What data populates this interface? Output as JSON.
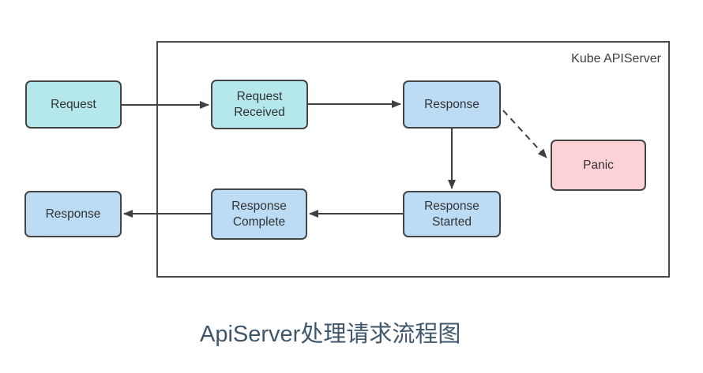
{
  "title": "ApiServer处理请求流程图",
  "container": {
    "label": "Kube APIServer"
  },
  "nodes": {
    "request": {
      "label": "Request",
      "color": "#b5e8ec"
    },
    "request_received": {
      "label": "Request\nReceived",
      "color": "#b5e8ec"
    },
    "response_top": {
      "label": "Response",
      "color": "#bbdcf4"
    },
    "panic": {
      "label": "Panic",
      "color": "#fcd2d7"
    },
    "response_started": {
      "label": "Response\nStarted",
      "color": "#bbdcf4"
    },
    "response_complete": {
      "label": "Response\nComplete",
      "color": "#bbdcf4"
    },
    "response_out": {
      "label": "Response",
      "color": "#bbdcf4"
    }
  },
  "edges": [
    {
      "from": "request",
      "to": "request_received",
      "style": "solid"
    },
    {
      "from": "request_received",
      "to": "response_top",
      "style": "solid"
    },
    {
      "from": "response_top",
      "to": "response_started",
      "style": "solid"
    },
    {
      "from": "response_top",
      "to": "panic",
      "style": "dashed"
    },
    {
      "from": "response_started",
      "to": "response_complete",
      "style": "solid"
    },
    {
      "from": "response_complete",
      "to": "response_out",
      "style": "solid"
    }
  ],
  "colors": {
    "node_teal": "#b5e8ec",
    "node_blue": "#bbdcf4",
    "node_pink": "#fcd2d7",
    "node_border": "#454545",
    "container_border": "#4a4a4a",
    "arrow": "#404040",
    "node_text": "#333333",
    "title_text": "#3f566b"
  }
}
